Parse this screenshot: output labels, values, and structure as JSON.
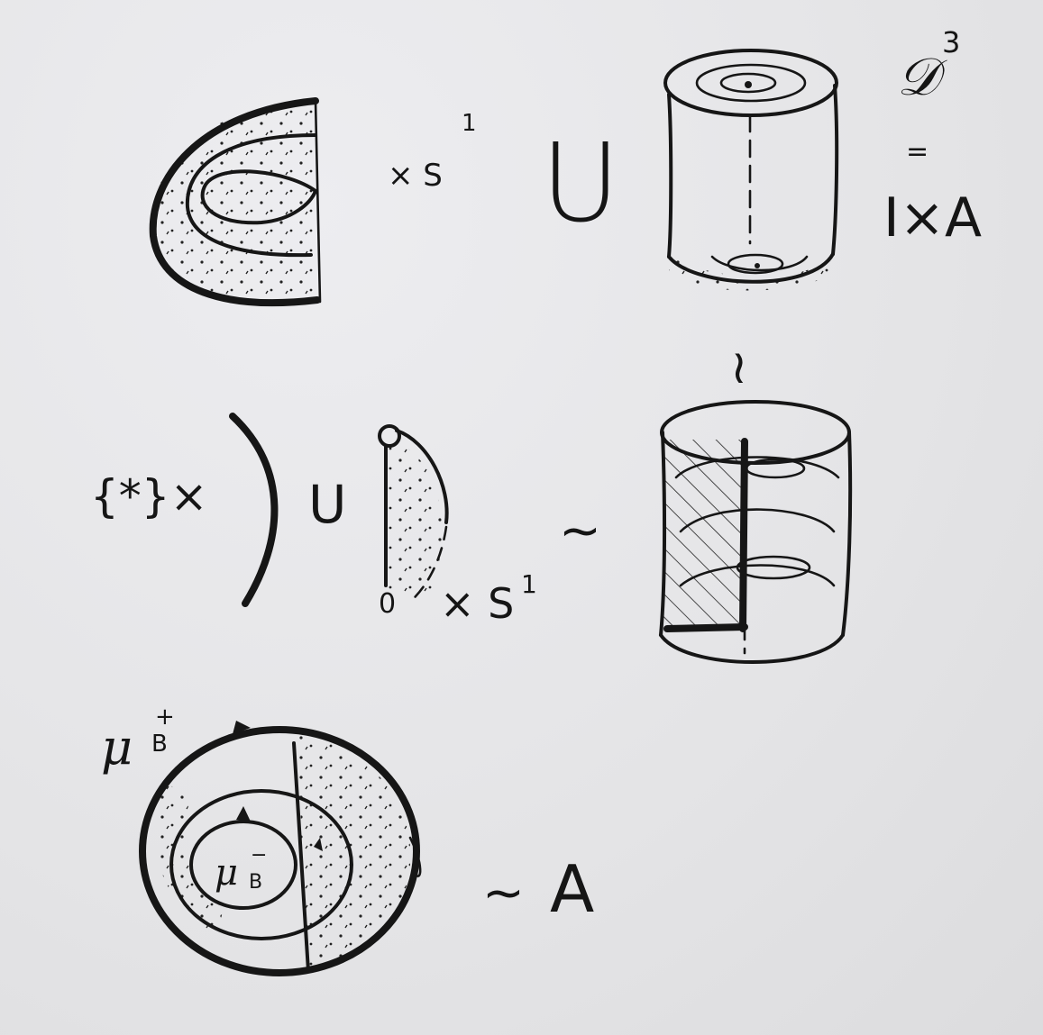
{
  "row1": {
    "times_s1": "× S",
    "s1_sup": "1",
    "union": "U",
    "d3": "𝒟",
    "d3_sup": "3",
    "equals": "=",
    "i_times_a": "I×A"
  },
  "connector": "≀",
  "row2": {
    "point_set": "{*}×",
    "union": "U",
    "bottom_point": "0",
    "times_s1": "× S",
    "s1_sup": "1",
    "tilde": "~"
  },
  "row3": {
    "mu_plus": "μ",
    "mu_plus_sub": "B",
    "mu_plus_sup": "+",
    "mu_minus": "μ",
    "mu_minus_sub": "B",
    "mu_minus_sup": "−",
    "tilde": "~",
    "label_a": "A"
  },
  "colors": {
    "ink": "#161616",
    "paper": "#e6e6e8"
  }
}
